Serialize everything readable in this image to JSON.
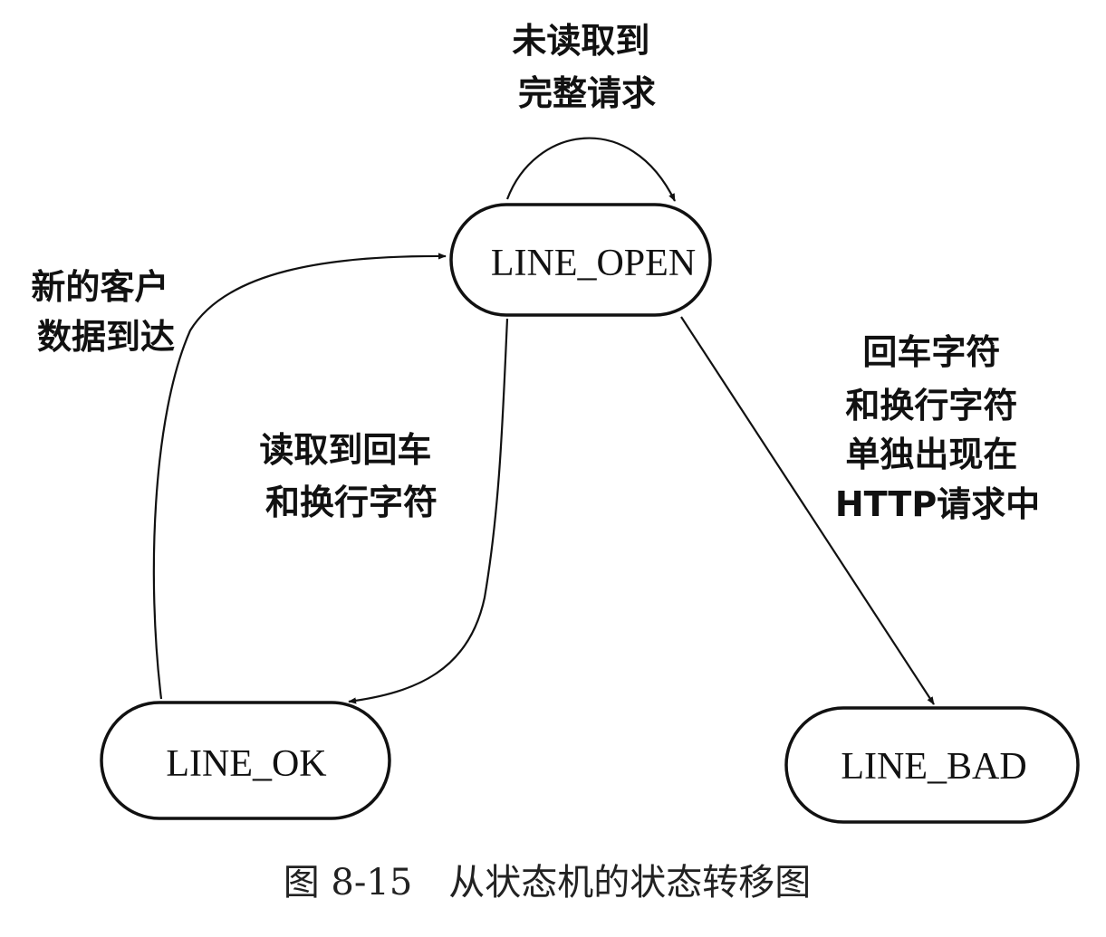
{
  "states": {
    "line_open": "LINE_OPEN",
    "line_ok": "LINE_OK",
    "line_bad": "LINE_BAD"
  },
  "transitions": {
    "open_self_loop": [
      "未读取到",
      "完整请求"
    ],
    "open_to_ok": [
      "读取到回车",
      "和换行字符"
    ],
    "ok_to_open": [
      "新的客户",
      "数据到达"
    ],
    "open_to_bad": [
      "回车字符",
      "和换行字符",
      "单独出现在",
      "HTTP请求中"
    ]
  },
  "caption": "图 8-15　从状态机的状态转移图"
}
